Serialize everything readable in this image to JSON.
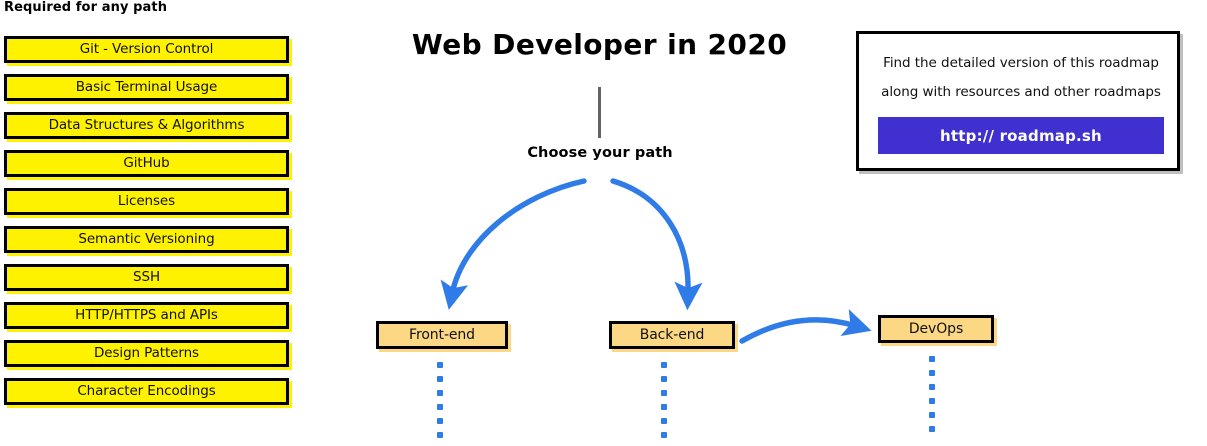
{
  "page": {
    "title": "Web Developer in 2020",
    "choose_path_label": "Choose your path"
  },
  "required_section": {
    "heading": "Required for any path",
    "items": [
      {
        "label": "Git - Version Control"
      },
      {
        "label": "Basic Terminal Usage"
      },
      {
        "label": "Data Structures & Algorithms"
      },
      {
        "label": "GitHub"
      },
      {
        "label": "Licenses"
      },
      {
        "label": "Semantic Versioning"
      },
      {
        "label": "SSH"
      },
      {
        "label": "HTTP/HTTPS and APIs"
      },
      {
        "label": "Design Patterns"
      },
      {
        "label": "Character Encodings"
      }
    ]
  },
  "paths": {
    "nodes": [
      {
        "label": "Front-end"
      },
      {
        "label": "Back-end"
      },
      {
        "label": "DevOps"
      }
    ]
  },
  "info_box": {
    "line1": "Find the detailed version of this roadmap",
    "line2": "along with resources and other roadmaps",
    "cta_label": "http:// roadmap.sh"
  },
  "colors": {
    "required_box_fill": "#FFF200",
    "path_node_fill": "#FCD884",
    "arrow_blue": "#2F7BE8",
    "cta_purple": "#4030CF",
    "stem_gray": "#636363",
    "outline_black": "#000000"
  }
}
